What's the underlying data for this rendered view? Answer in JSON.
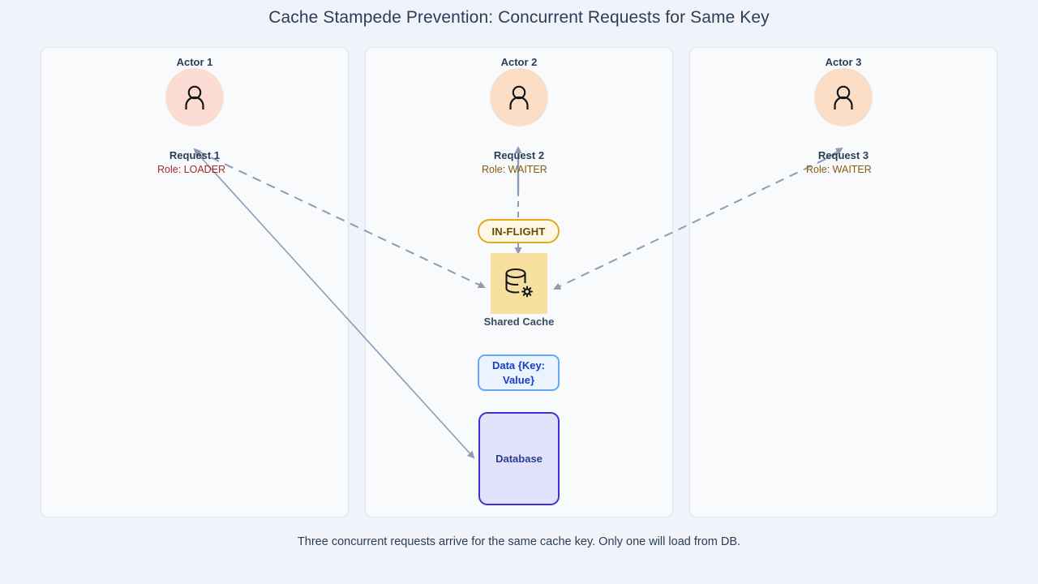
{
  "title": "Cache Stampede Prevention: Concurrent Requests for Same Key",
  "footer": "Three concurrent requests arrive for the same cache key. Only one will load from DB.",
  "colors": {
    "page_background": "#f0f3f9",
    "lane_background": "#f8fafc",
    "lane_border": "#dde4ee",
    "title_text": "#2c3e57",
    "avatar_loader": "#fbdcd3",
    "avatar_waiter": "#fbdcc4",
    "role_loader_text": "#a52a2a",
    "role_waiter_text": "#8a5a0b",
    "inflight_fill": "#fdf8e3",
    "inflight_border": "#e3a81b",
    "inflight_text": "#6b4708",
    "cache_fill": "#f7dfa0",
    "data_fill": "#eaf3fe",
    "data_border": "#63a9f5",
    "data_text": "#1a3cc4",
    "db_fill": "#e2e2fb",
    "db_border": "#3b32d6",
    "db_text": "#2c3e8f",
    "edge_stroke": "#8d9cb5"
  },
  "lanes": [
    {
      "title": "Actor 1",
      "actor_label": "Request 1",
      "role_label": "Role: LOADER",
      "avatar_icon": "person-icon",
      "avatar_tone": "tone-a"
    },
    {
      "title": "Actor 2",
      "actor_label": "Request 2",
      "role_label": "Role: WAITER",
      "avatar_icon": "person-icon",
      "avatar_tone": "tone-b"
    },
    {
      "title": "Actor 3",
      "actor_label": "Request 3",
      "role_label": "Role: WAITER",
      "avatar_icon": "person-icon",
      "avatar_tone": "tone-b"
    }
  ],
  "nodes": {
    "inflight_badge": "IN-FLIGHT",
    "cache_caption": "Shared Cache",
    "cache_icon": "database-gear-icon",
    "data_box": "Data {Key: Value}",
    "database_box": "Database"
  }
}
